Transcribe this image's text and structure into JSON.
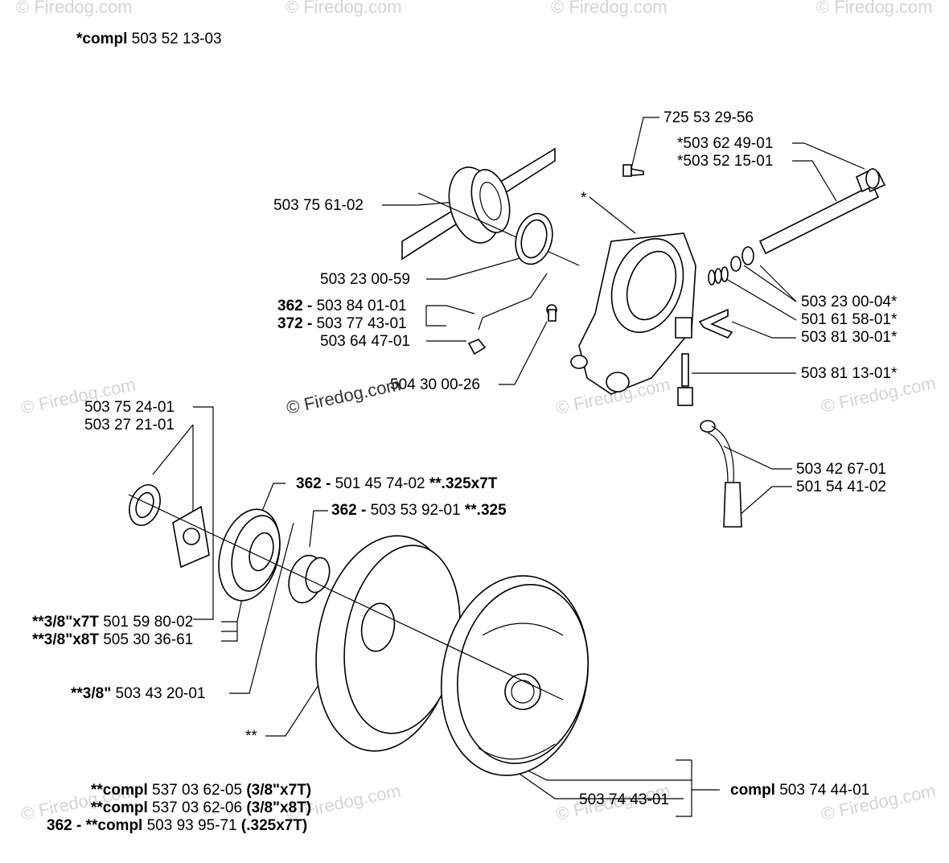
{
  "watermark": "© Firedog.com",
  "header": {
    "bold": "*compl",
    "code": "503 52 13-03"
  },
  "labels": {
    "l725": "725 53 29-56",
    "l50362": "*503 62 49-01",
    "l50352": "*503 52 15-01",
    "l50375": "503 75 61-02",
    "star": "*",
    "l50323_59": "503 23 00-59",
    "l362a_b": "362 -",
    "l362a_t": "503 84 01-01",
    "l372_b": "372 -",
    "l372_t": "503 77 43-01",
    "l50364": "503 64 47-01",
    "l50430": "504 30 00-26",
    "l50323_04": "503 23 00-04*",
    "l50161": "501 61 58-01*",
    "l50381_30": "503 81 30-01*",
    "l50381_13": "503 81 13-01*",
    "l50342": "503 42 67-01",
    "l50154": "501 54 41-02",
    "l50375_24": "503 75 24-01",
    "l50327": "503 27 21-01",
    "l362b_b": "362 -",
    "l362b_t": "501 45 74-02",
    "l362b_s": "**.325x7T",
    "l362c_b": "362 -",
    "l362c_t": "503 53 92-01",
    "l362c_s": "**.325",
    "l378_7_b": "**3/8\"x7T",
    "l378_7_t": "501 59 80-02",
    "l378_8_b": "**3/8\"x8T",
    "l378_8_t": "505 30 36-61",
    "l38_b": "**3/8\"",
    "l38_t": "503 43 20-01",
    "dstar": "**",
    "c1_b": "**compl",
    "c1_t": "537 03 62-05",
    "c1_s": "(3/8\"x7T)",
    "c2_b": "**compl",
    "c2_t": "537 03 62-06",
    "c2_s": "(3/8\"x8T)",
    "c3_b": "362 - **compl",
    "c3_t": "503 93 95-71",
    "c3_s": "(.325x7T)",
    "l50374_43": "503 74 43-01",
    "compl_b": "compl",
    "compl_t": "503 74 44-01"
  }
}
